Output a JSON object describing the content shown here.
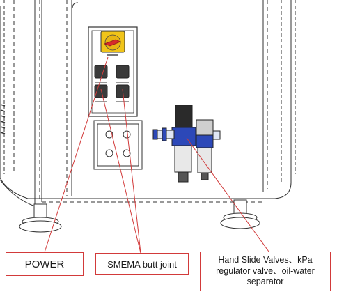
{
  "callouts": {
    "power": "POWER",
    "smema": "SMEMA butt joint",
    "valves": "Hand Slide Valves、kPa regulator valve、oil-water separator"
  },
  "colors": {
    "leader_line": "#d23a3a",
    "outline": "#333333",
    "valve_blue": "#2c48b8",
    "knob_yellow": "#f0c419",
    "switch_red": "#d62b2b",
    "button_dark": "#3a3a3a"
  },
  "icons": {
    "power_switch": "rotary-power-switch-icon",
    "buttons": "push-button-icon",
    "valve": "air-filter-regulator-icon"
  }
}
